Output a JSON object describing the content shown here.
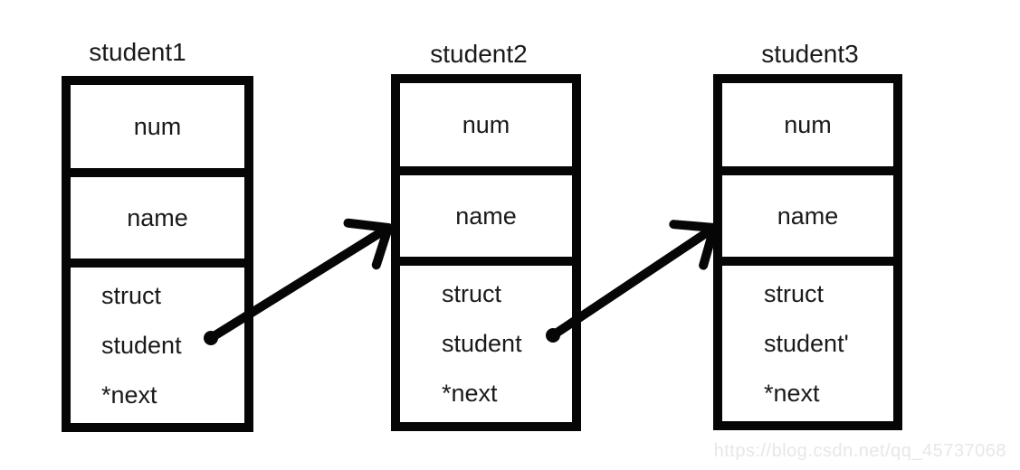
{
  "diagram": {
    "nodes": [
      {
        "title": "student1",
        "num_label": "num",
        "name_label": "name",
        "next_lines": [
          "struct",
          "student",
          "*next"
        ]
      },
      {
        "title": "student2",
        "num_label": "num",
        "name_label": "name",
        "next_lines": [
          "struct",
          "student",
          "*next"
        ]
      },
      {
        "title": "student3",
        "num_label": "num",
        "name_label": "name",
        "next_lines": [
          "struct",
          "student'",
          "*next"
        ]
      }
    ],
    "arrows": [
      {
        "from": "student1 *next",
        "to": "student2"
      },
      {
        "from": "student2 *next",
        "to": "student3"
      }
    ],
    "watermark": "https://blog.csdn.net/qq_45737068",
    "colors": {
      "stroke": "#060606",
      "text": "#1a1a1a",
      "watermark": "#e7e7e7",
      "background": "#ffffff"
    }
  }
}
